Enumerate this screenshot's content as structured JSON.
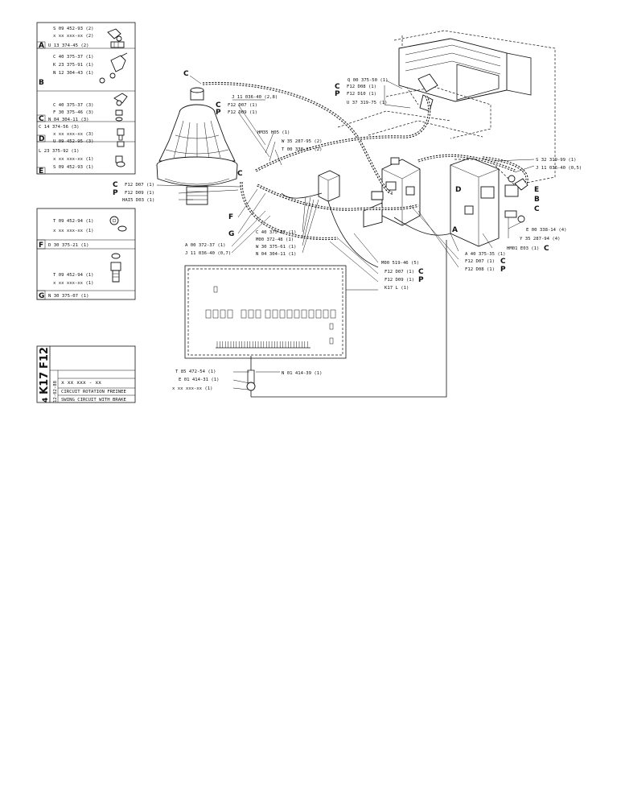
{
  "legend": {
    "box_upper": [
      {
        "part": "S 09 452-93 (2)"
      },
      {
        "part": "x xx xxx-xx (2)"
      },
      {
        "letter": "A",
        "part": "U 13 374-45 (2)"
      },
      {
        "part": "C 40 375-37 (1)"
      },
      {
        "part": "K 23 375-91 (1)"
      },
      {
        "part": "N 12 304-43 (1)"
      },
      {
        "letter": "B",
        "part": ""
      },
      {
        "part": "C 40 375-37 (3)"
      },
      {
        "part": "F 30 375-46 (3)"
      },
      {
        "letter": "C",
        "part": "N 04 304-11 (3)"
      },
      {
        "part": "C 14 374-56 (3)"
      },
      {
        "part": "x xx xxx-xx (3)"
      },
      {
        "letter": "D",
        "part": "U 09 452-95 (3)"
      },
      {
        "part": "L 23 375-92 (1)"
      },
      {
        "part": "x xx xxx-xx (1)"
      },
      {
        "letter": "E",
        "part": "S 09 452-93 (1)"
      }
    ],
    "box_lower": [
      {
        "part": "T 09 452-94 (1)"
      },
      {
        "part": "x xx xxx-xx (1)"
      },
      {
        "letter": "F",
        "part": "D 30 375-21 (1)"
      },
      {
        "part": "T 09 452-94 (1)"
      },
      {
        "part": "x xx xxx-xx (1)"
      },
      {
        "letter": "G",
        "part": "N 30 375-07 (1)"
      }
    ]
  },
  "title_block": {
    "code_f": "F12",
    "code_k": "K17",
    "code_sub": "4",
    "part_no": "x  xx  xxx - xx",
    "date": "12-02-88",
    "title_fr": "CIRCUIT ROTATION FREINEE",
    "title_en": "SWING CIRCUIT WITH BRAKE"
  },
  "callouts": {
    "c_top": "C",
    "j_hose_28": "J 11 036-40 (2,8)",
    "c_f12_d07": "F12  D07 (1)",
    "p_f12_d09": "F12  D09 (1)",
    "hm35": "HM35 H05 (1)",
    "w35_287_95": "W 35 287-95 (2)",
    "t00_338_27": "T 00 338-27 (2)",
    "c_left_d07": "F12  D07 (1)",
    "p_left_d09": "F12  D09 (1)",
    "hai5": "HAI5 D03 (1)",
    "q00": "Q 00 375-50 (1)",
    "c_top_d08": "F12  D08 (1)",
    "p_top_d10": "F12  D10 (1)",
    "u37": "U 37 319-75 (1)",
    "s32": "S 32 319-99 (1)",
    "j_hose_05": "J 11 036-40 (0,5)",
    "e00": "E 00 338-14 (4)",
    "y35": "Y 35 287-94 (4)",
    "hm01": "HM01 E03 (1)",
    "a40": "A 40 375-35 (1)",
    "f12_d07_c": "F12   D07 (1)",
    "f12_d08_p": "F12   D08 (1)",
    "m00_519": "M00 519-46 (5)",
    "f12_d07_c2": "F12   D07 (1)",
    "f12_d09_p2": "F12   D09 (1)",
    "k17": "K17   L   (1)",
    "c40_375_37": "C 40 375-37 (1)",
    "m00_372": "M00 372-48 (1)",
    "w30": "W 30 375-61 (1)",
    "n04": "N 04 304-11 (1)",
    "a00": "A 00 372-37 (1)",
    "j_hose_07": "J 11 036-40 (0,7)",
    "t85": "T 85 472-54 (1)",
    "e01": "E 01 414-31 (1)",
    "xx": "x xx xxx-xx (1)",
    "n01": "N 01 414-39 (1)",
    "letter_c": "C",
    "letter_p": "P",
    "letter_f": "F",
    "letter_g": "G",
    "letter_a": "A",
    "letter_b": "B",
    "letter_d": "D",
    "letter_e": "E"
  }
}
